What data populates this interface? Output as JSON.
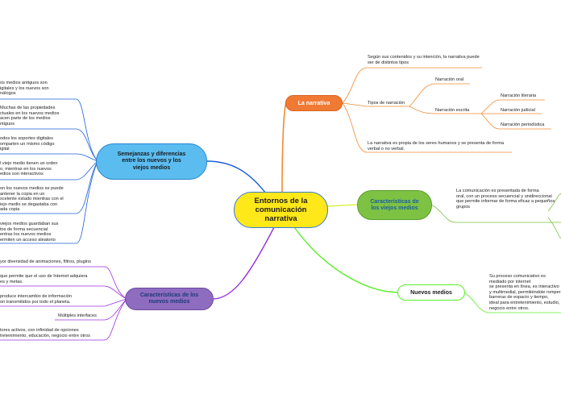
{
  "central": {
    "title": "Entornos de la comunicación narrativa"
  },
  "branches": {
    "narrativa": {
      "title": "La narrativa",
      "color": "#f28a2f",
      "items": {
        "segun": "Según sus contenidos y su intención, la narrativa puede ser de distintos tipos",
        "tipos": "Tipos de narración",
        "oral": "Narración oral",
        "escrita": "Narración escrita",
        "literaria": "Narración literaria",
        "judicial": "Narración judicial",
        "periodistica": "Narración periodística",
        "propia": "La narrativa es propia de los seres humanos y se presenta de forma verbal o no verbal."
      }
    },
    "viejos": {
      "title": "Características de los viejos medios",
      "color": "#7dc243",
      "text": "La comunicación es presentada de forma\noral, con un proceso secuencial y unidireccional\nque permite informar de forma eficaz a pequeños grupos"
    },
    "nuevos": {
      "title": "Nuevos medios",
      "color": "#5aef2a",
      "text": "Su proceso comunicativo es mediado por internet\nse presenta en línea, es interactivo y multimedial, permitiéndole romper barreras de espacio y tiempo,\nideal para entretenimiento, estudio, negocio entre otros."
    },
    "caracteristicas": {
      "title": "Características de los nuevos medios",
      "color": "#8e5fb8",
      "items": [
        "yor diversidad de animaciones, filtros, plugins",
        "que permite que el uso de Internet adquiera\nes y metas.",
        "produce intercambio de información\non transmitidos por todo el planeta.",
        "Múltiples interfaces",
        "tores activos, con infinidad de opciones\ntretenimiento, educación, negocio entre otros"
      ]
    },
    "semejanzas": {
      "title": "Semejanzas y diferencias entre los nuevos y los viejos medios",
      "color": "#5bbcf0",
      "items": [
        "os medios antiguos son\nigitales y los nuevos son\nnálogos",
        "Muchas de las propiedades\nctuales en los nuevos medios\nacen parte de los medios\nntiguos",
        "odos los soportes digitales\nomparten un mismo código\nigital",
        "l viejo medio tienen un orden\no, mientras en los nuevos\nedios son interactivos",
        "on los nuevos medios se puede\nantener la copia en un\nxcelente estado mientras con el\niejo medio se degastaba con\nada copia",
        " viejos medios guardaban sus\ntos de forma secuencial\nentras los nuevos medios\nermiten un acceso aleatorio"
      ]
    }
  }
}
